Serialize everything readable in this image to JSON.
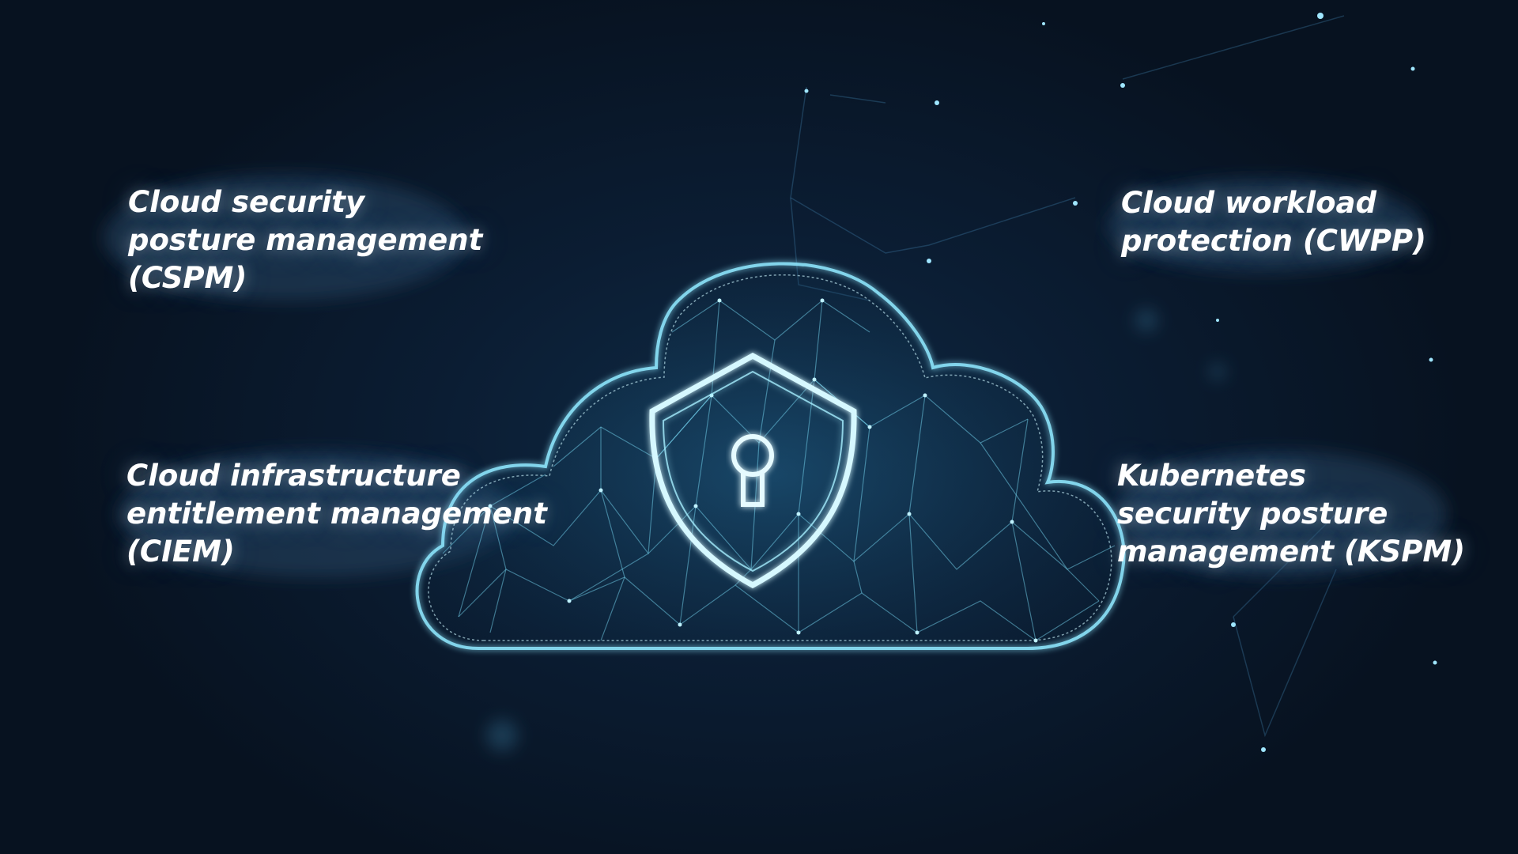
{
  "labels": {
    "cspm": [
      "Cloud security",
      "posture management",
      "(CSPM)"
    ],
    "ciem": [
      "Cloud infrastructure",
      "entitlement management",
      "(CIEM)"
    ],
    "cwpp": [
      "Cloud workload",
      "protection (CWPP)"
    ],
    "kspm": [
      "Kubernetes",
      "security posture",
      "management (KSPM)"
    ]
  },
  "graphic": {
    "cloud_icon": "cloud-outline-icon",
    "shield_icon": "shield-icon",
    "keyhole_icon": "keyhole-icon"
  },
  "colors": {
    "background": "#0a1626",
    "glow": "#7fe4ff",
    "text": "#ffffff"
  }
}
